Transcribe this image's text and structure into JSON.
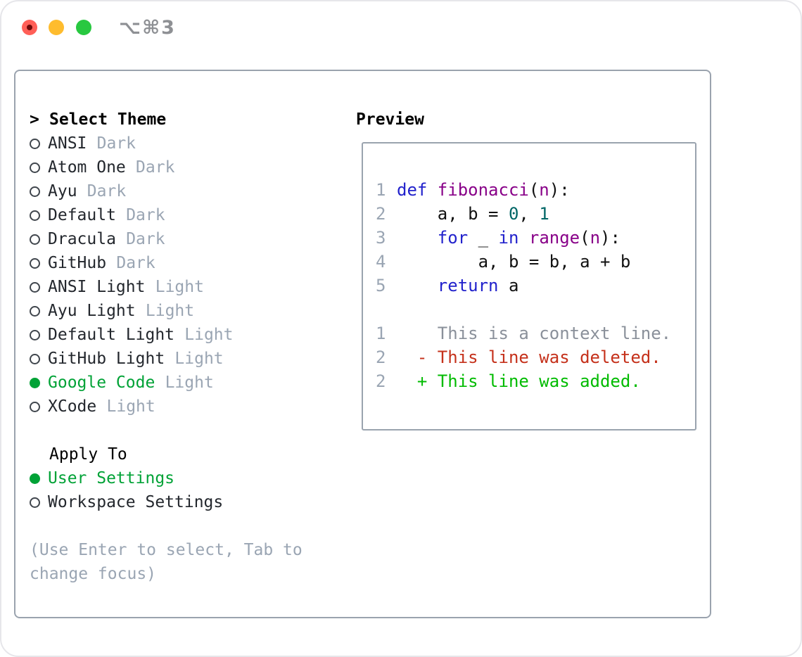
{
  "window": {
    "title": "⌥⌘3",
    "traffic_lights": [
      {
        "name": "close",
        "color": "#ff5f57"
      },
      {
        "name": "minimize",
        "color": "#febc2e"
      },
      {
        "name": "zoom",
        "color": "#28c840"
      }
    ]
  },
  "theme_selector": {
    "marker": ">",
    "header": "Select Theme",
    "items": [
      {
        "name": "ANSI",
        "variant": "Dark",
        "selected": false
      },
      {
        "name": "Atom One",
        "variant": "Dark",
        "selected": false
      },
      {
        "name": "Ayu",
        "variant": "Dark",
        "selected": false
      },
      {
        "name": "Default",
        "variant": "Dark",
        "selected": false
      },
      {
        "name": "Dracula",
        "variant": "Dark",
        "selected": false
      },
      {
        "name": "GitHub",
        "variant": "Dark",
        "selected": false
      },
      {
        "name": "ANSI Light",
        "variant": "Light",
        "selected": false
      },
      {
        "name": "Ayu Light",
        "variant": "Light",
        "selected": false
      },
      {
        "name": "Default Light",
        "variant": "Light",
        "selected": false
      },
      {
        "name": "GitHub Light",
        "variant": "Light",
        "selected": false
      },
      {
        "name": "Google Code",
        "variant": "Light",
        "selected": true
      },
      {
        "name": "XCode",
        "variant": "Light",
        "selected": false
      }
    ]
  },
  "apply_to": {
    "header": "Apply To",
    "options": [
      {
        "label": "User Settings",
        "selected": true
      },
      {
        "label": "Workspace Settings",
        "selected": false
      }
    ]
  },
  "hint": "(Use Enter to select, Tab to change focus)",
  "preview": {
    "header": "Preview",
    "code_lines": [
      {
        "num": "1",
        "tokens": [
          {
            "text": "def ",
            "type": "kwd"
          },
          {
            "text": "fibonacci",
            "type": "typ"
          },
          {
            "text": "(",
            "type": "pln"
          },
          {
            "text": "n",
            "type": "typ"
          },
          {
            "text": "):",
            "type": "pln"
          }
        ]
      },
      {
        "num": "2",
        "tokens": [
          {
            "text": "    a, b = ",
            "type": "pln"
          },
          {
            "text": "0",
            "type": "lit"
          },
          {
            "text": ", ",
            "type": "pln"
          },
          {
            "text": "1",
            "type": "lit"
          }
        ]
      },
      {
        "num": "3",
        "tokens": [
          {
            "text": "    ",
            "type": "pln"
          },
          {
            "text": "for",
            "type": "kwd"
          },
          {
            "text": " _ ",
            "type": "pln"
          },
          {
            "text": "in",
            "type": "kwd"
          },
          {
            "text": " ",
            "type": "pln"
          },
          {
            "text": "range",
            "type": "typ"
          },
          {
            "text": "(",
            "type": "pln"
          },
          {
            "text": "n",
            "type": "typ"
          },
          {
            "text": "):",
            "type": "pln"
          }
        ]
      },
      {
        "num": "4",
        "tokens": [
          {
            "text": "        a, b = b, a + b",
            "type": "pln"
          }
        ]
      },
      {
        "num": "5",
        "tokens": [
          {
            "text": "    ",
            "type": "pln"
          },
          {
            "text": "return",
            "type": "kwd"
          },
          {
            "text": " a",
            "type": "pln"
          }
        ]
      }
    ],
    "diff_lines": [
      {
        "num": "1",
        "text": "    This is a context line.",
        "kind": "context"
      },
      {
        "num": "2",
        "text": "  - This line was deleted.",
        "kind": "deleted"
      },
      {
        "num": "2",
        "text": "  + This line was added.",
        "kind": "added"
      }
    ]
  },
  "colors": {
    "keyword": "#2222cc",
    "type": "#880088",
    "literal": "#006666",
    "plain": "#111111",
    "line_number": "#9aa5b3",
    "context": "#8a909a",
    "deleted": "#c5311b",
    "added": "#00bb00",
    "ui_selected_green": "#00a236",
    "muted": "#9aa5b3"
  }
}
